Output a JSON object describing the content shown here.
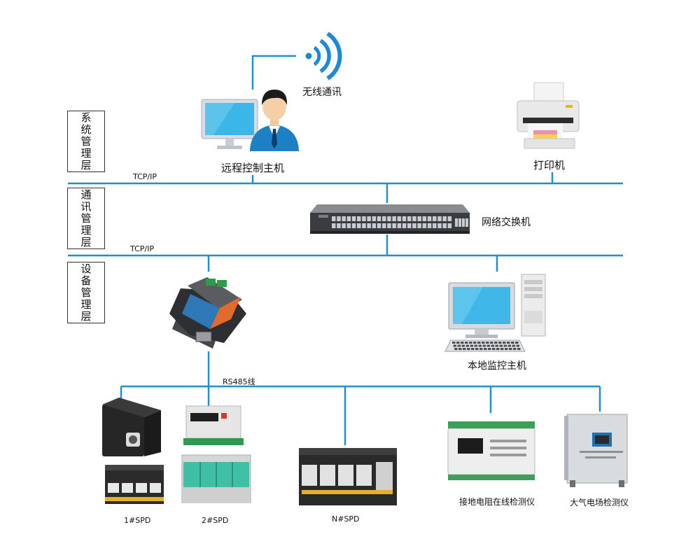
{
  "colors": {
    "line": "#1f8fd0",
    "wifi": "#1a8ad8",
    "screen": "#3bb6e6",
    "spd_green": "#3fbfa4",
    "device_dark": "#2a2a2a"
  },
  "layers": {
    "system": "系统管理层",
    "communication": "通讯管理层",
    "device": "设备管理层"
  },
  "protocols": {
    "tcp_ip_1": "TCP/IP",
    "tcp_ip_2": "TCP/IP",
    "rs485": "RS485线"
  },
  "nodes": {
    "wireless": "无线通讯",
    "remote_host": "远程控制主机",
    "printer": "打印机",
    "switch": "网络交换机",
    "local_host": "本地监控主机",
    "spd1": "1#SPD",
    "spd2": "2#SPD",
    "spdn": "N#SPD",
    "ground_monitor": "接地电阻在线检测仪",
    "field_monitor": "大气电场检测仪"
  },
  "icons": [
    "wifi-icon",
    "remote-host-icon",
    "person-icon",
    "printer-icon",
    "network-switch-icon",
    "serial-server-icon",
    "desktop-pc-icon",
    "spd-module-icon",
    "monitor-device-icon",
    "field-meter-icon"
  ]
}
